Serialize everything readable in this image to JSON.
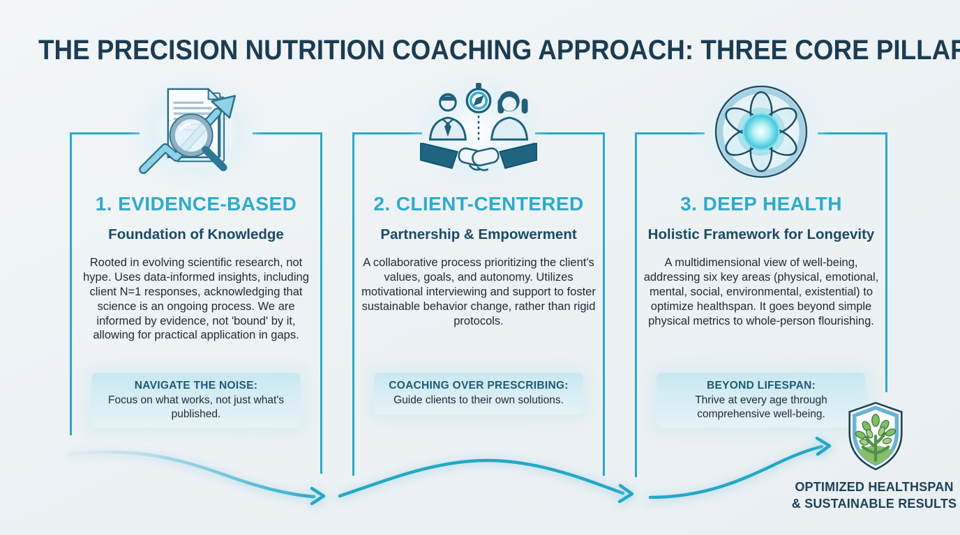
{
  "title": "THE PRECISION NUTRITION COACHING APPROACH: THREE CORE PILLARS",
  "pillars": [
    {
      "heading": "1. EVIDENCE-BASED",
      "subtitle": "Foundation of Knowledge",
      "body": "Rooted in evolving scientific research, not hype. Uses data-informed insights, including client N=1 responses, acknowledging that science is an ongoing process. We are informed by evidence, not 'bound' by it, allowing for practical application in gaps.",
      "callout_title": "NAVIGATE THE NOISE:",
      "callout_body": "Focus on what works, not just what's published.",
      "icon": "research-document-magnifier-trend-icon"
    },
    {
      "heading": "2. CLIENT-CENTERED",
      "subtitle": "Partnership & Empowerment",
      "body": "A collaborative process prioritizing the client's values, goals, and autonomy. Utilizes motivational interviewing and support to foster sustainable behavior change, rather than rigid protocols.",
      "callout_title": "COACHING OVER PRESCRIBING:",
      "callout_body": "Guide clients to their own solutions.",
      "icon": "partnership-handshake-compass-icon"
    },
    {
      "heading": "3. DEEP HEALTH",
      "subtitle": "Holistic Framework for Longevity",
      "body": "A multidimensional view of well-being, addressing six key areas (physical, emotional, mental, social, environmental, existential) to optimize healthspan. It goes beyond simple physical metrics to whole-person flourishing.",
      "callout_title": "BEYOND LIFESPAN:",
      "callout_body": "Thrive at every age through comprehensive well-being.",
      "icon": "deep-health-mandala-icon"
    }
  ],
  "outcome": {
    "line1": "OPTIMIZED HEALTHSPAN",
    "line2": "& SUSTAINABLE RESULTS",
    "icon": "shield-tree-icon"
  },
  "colors": {
    "accent_cyan": "#2fabc9",
    "flow_line": "#25a7c6",
    "frame_line": "#2aa9c6",
    "dark_navy": "#1b3c52",
    "subtitle_teal": "#1c4a63",
    "callout_teal": "#1e5a75",
    "callout_bg": "#c7e7f0",
    "icon_dark": "#1f5f7a",
    "shield_blue": "#69b4d2",
    "tree_green": "#6cb04e",
    "background": "#eef2f5"
  }
}
